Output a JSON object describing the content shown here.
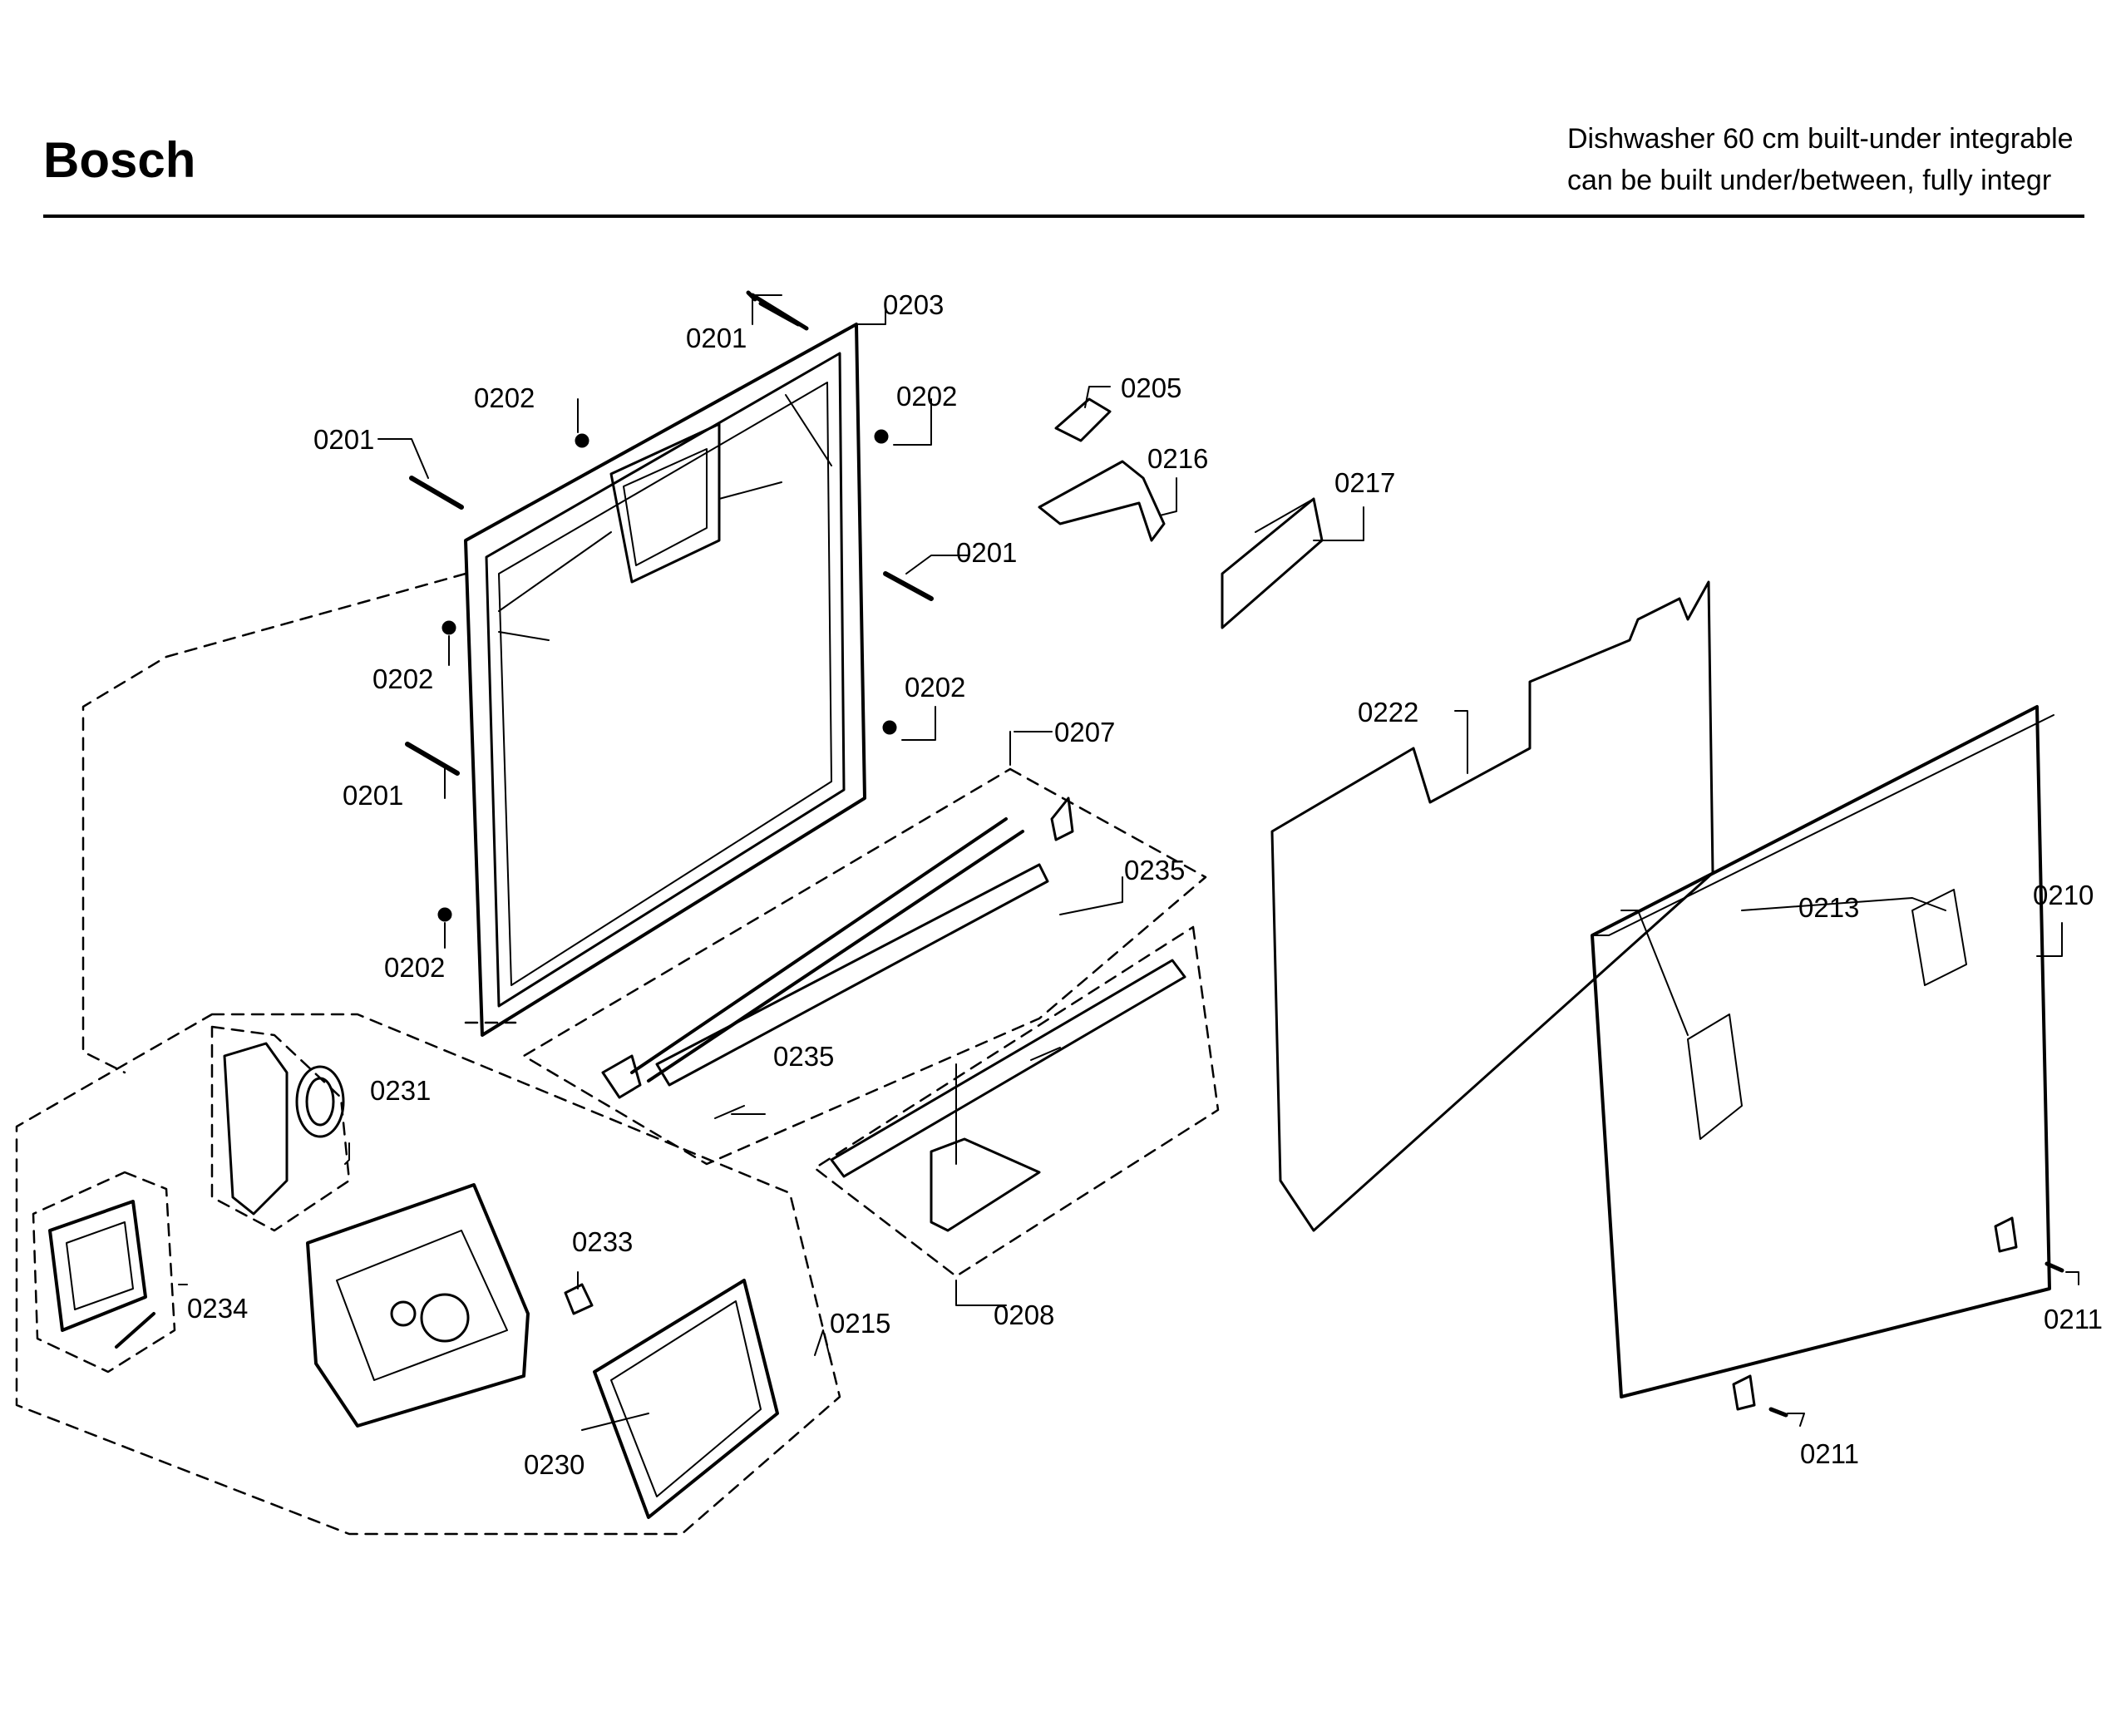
{
  "header": {
    "brand": "Bosch",
    "model_line_1": "Dishwasher 60 cm built-under integrable",
    "model_line_2": "can be built under/between, fully integr"
  },
  "parts": {
    "p0201a": "0201",
    "p0201b": "0201",
    "p0201c": "0201",
    "p0201d": "0201",
    "p0202a": "0202",
    "p0202b": "0202",
    "p0202c": "0202",
    "p0202d": "0202",
    "p0202e": "0202",
    "p0203": "0203",
    "p0205": "0205",
    "p0207": "0207",
    "p0208": "0208",
    "p0210": "0210",
    "p0211a": "0211",
    "p0211b": "0211",
    "p0213": "0213",
    "p0215": "0215",
    "p0216": "0216",
    "p0217": "0217",
    "p0222": "0222",
    "p0230": "0230",
    "p0231": "0231",
    "p0233": "0233",
    "p0234": "0234",
    "p0235a": "0235",
    "p0235b": "0235"
  }
}
